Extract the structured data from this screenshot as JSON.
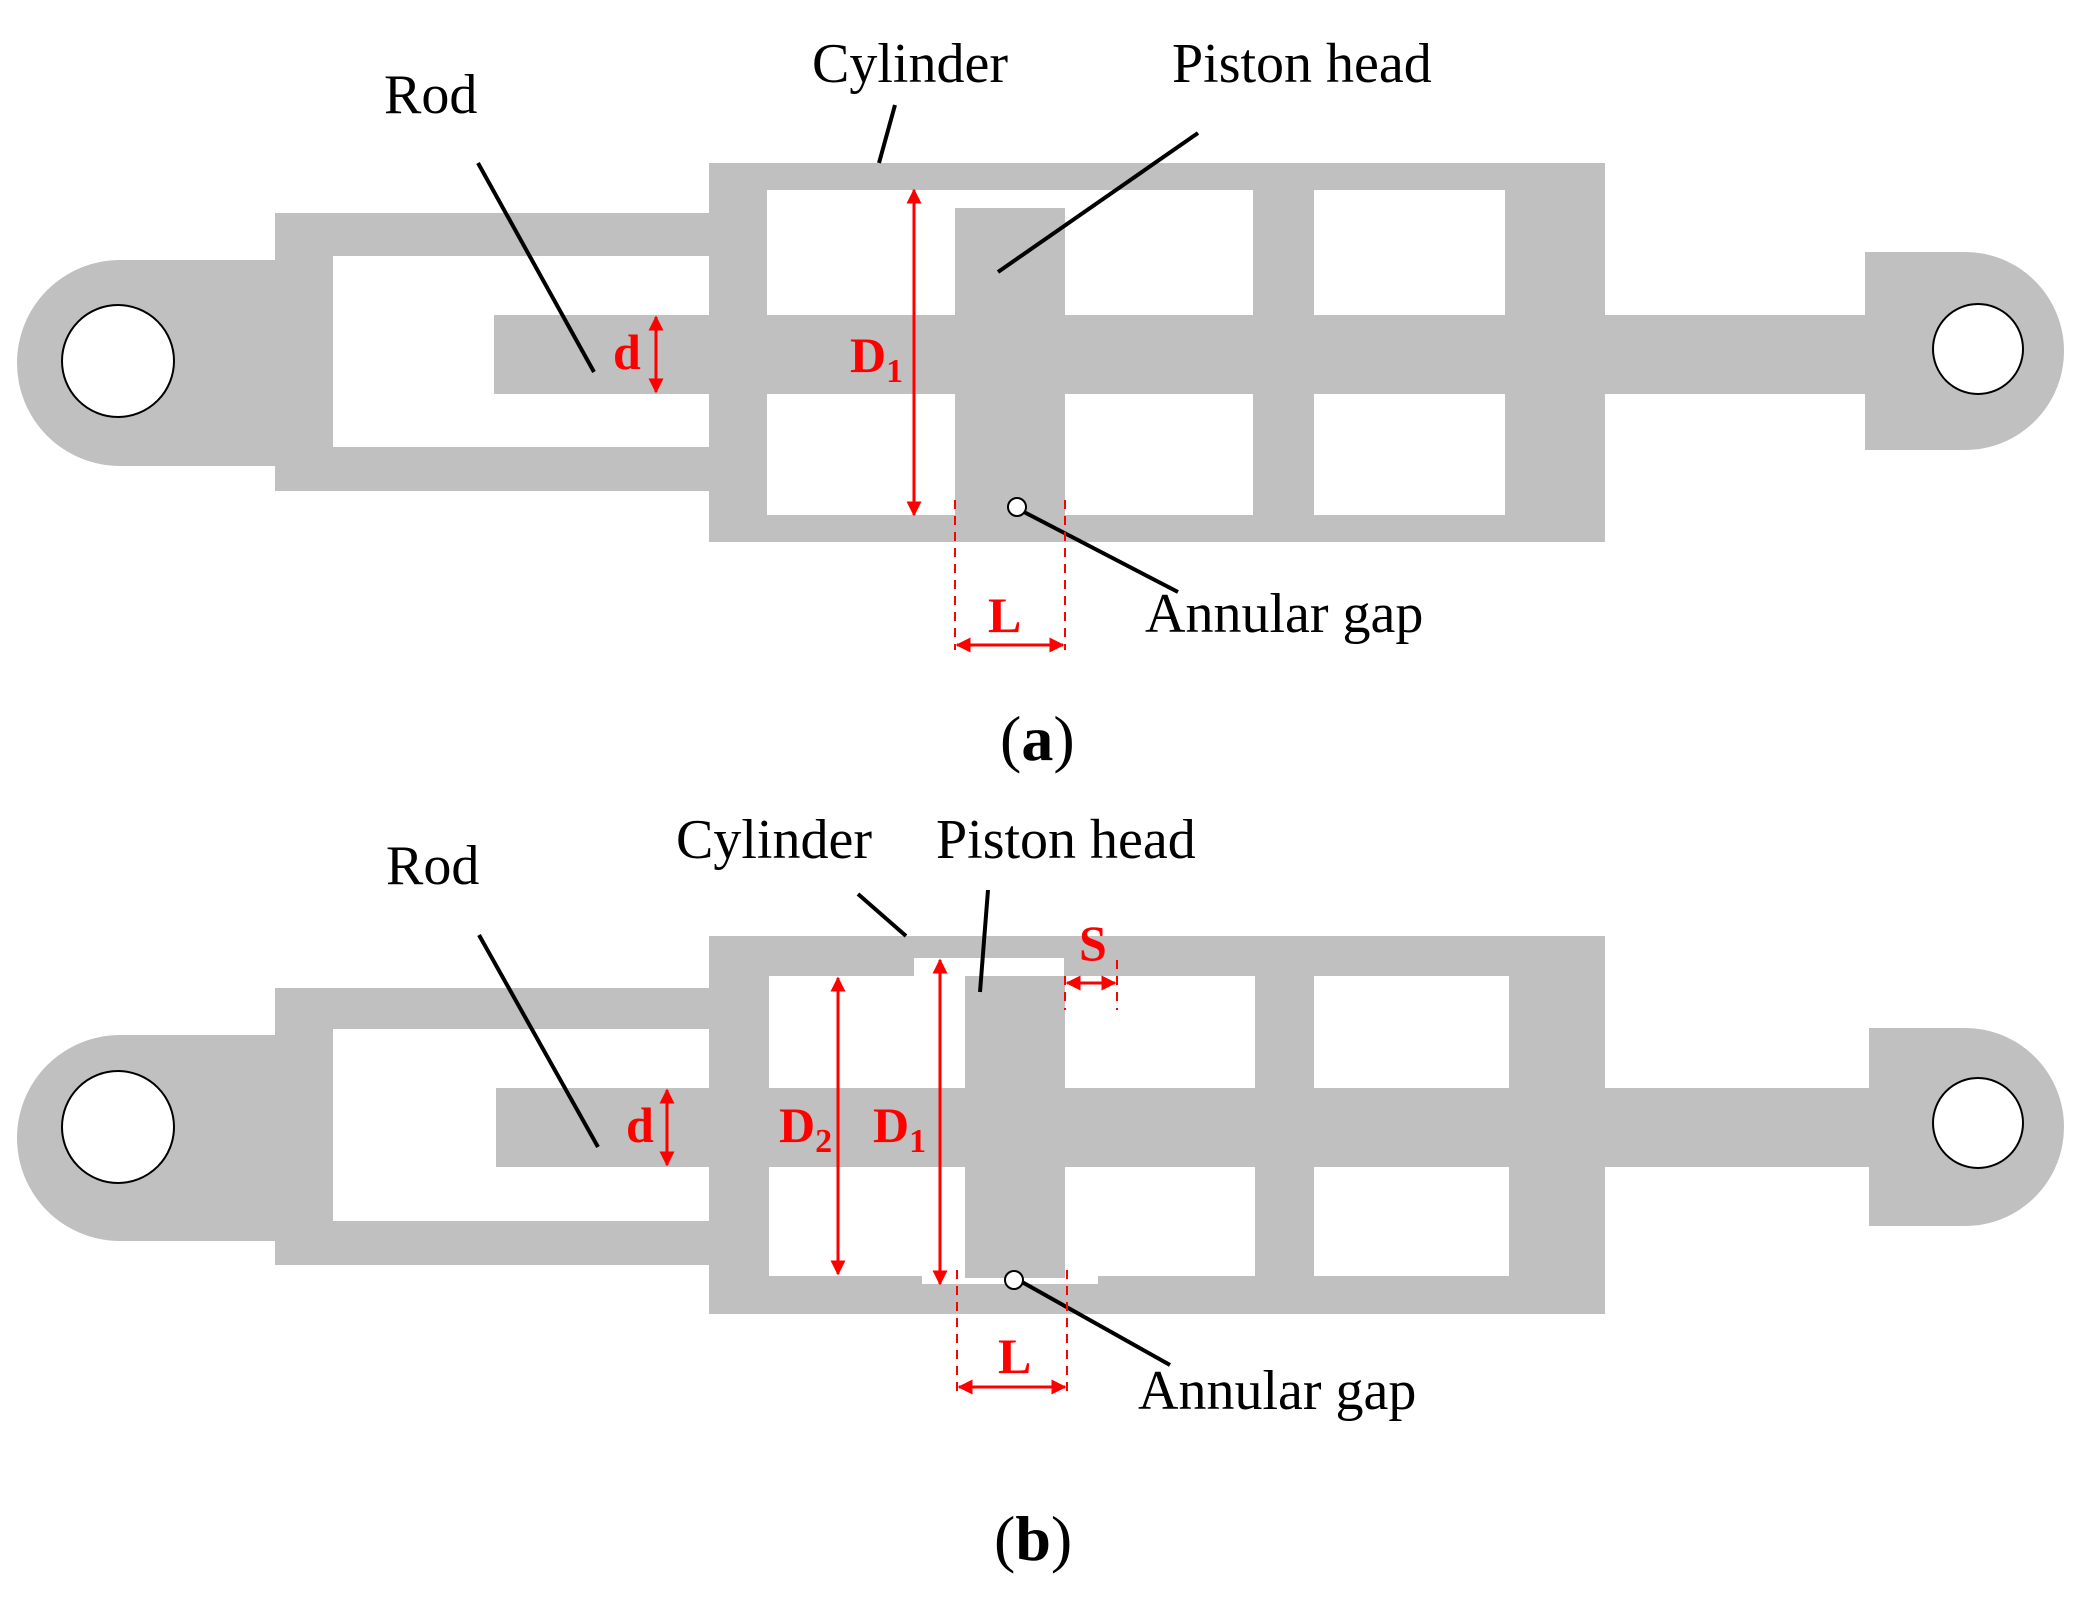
{
  "panels": [
    {
      "id": "a",
      "labels": {
        "rod": "Rod",
        "cylinder": "Cylinder",
        "piston_head": "Piston head",
        "annular_gap": "Annular gap"
      },
      "dimensions": {
        "d": "d",
        "D1_main": "D",
        "D1_sub": "1",
        "L": "L"
      },
      "caption": {
        "open": "(",
        "letter": "a",
        "close": ")"
      }
    },
    {
      "id": "b",
      "labels": {
        "rod": "Rod",
        "cylinder": "Cylinder",
        "piston_head": "Piston head",
        "annular_gap": "Annular gap"
      },
      "dimensions": {
        "d": "d",
        "D2_main": "D",
        "D2_sub": "2",
        "D1_main": "D",
        "D1_sub": "1",
        "S": "S",
        "L": "L"
      },
      "caption": {
        "open": "(",
        "letter": "b",
        "close": ")"
      }
    }
  ],
  "colors": {
    "body": "#c0c0c0",
    "dimension": "#ff0000",
    "leader": "#000000"
  }
}
